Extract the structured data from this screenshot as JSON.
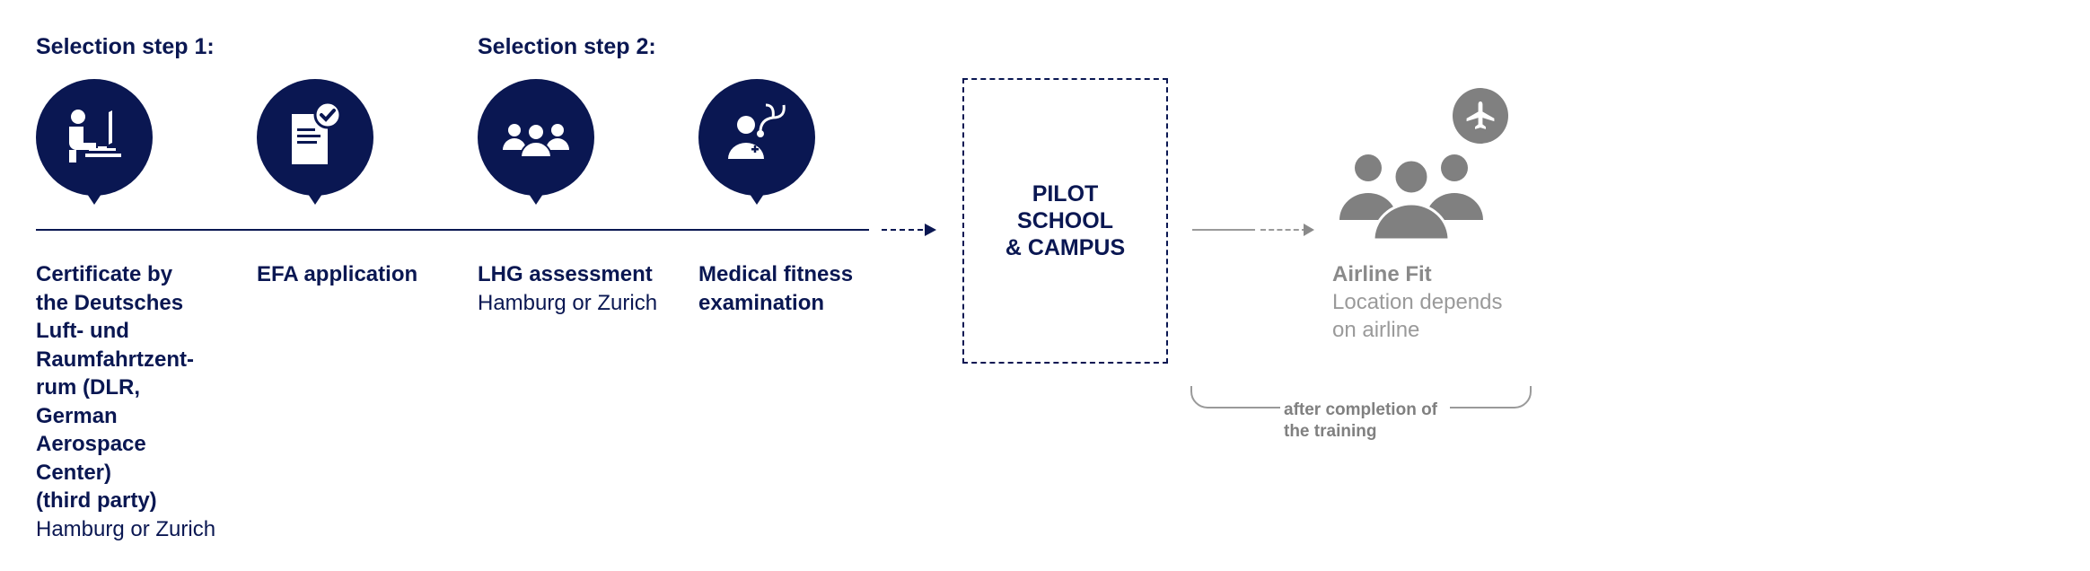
{
  "headers": {
    "step1": "Selection step 1:",
    "step2": "Selection step 2:"
  },
  "steps": [
    {
      "icon": "computer-workstation-icon",
      "title": "Certificate by\nthe Deutsches\nLuft- und\nRaumfahrtzent-\nrum (DLR,\nGerman\nAerospace\nCenter)\n(third party)",
      "subtitle": "Hamburg or Zurich"
    },
    {
      "icon": "document-check-icon",
      "title": "EFA application",
      "subtitle": ""
    },
    {
      "icon": "group-icon",
      "title": "LHG assessment",
      "subtitle": "Hamburg or Zurich"
    },
    {
      "icon": "doctor-stethoscope-icon",
      "title": "Medical fitness\nexamination",
      "subtitle": ""
    }
  ],
  "school": {
    "label": "PILOT\nSCHOOL\n& CAMPUS"
  },
  "airline": {
    "icon": "airplane-icon",
    "title": "Airline Fit",
    "subtitle": "Location depends\non airline"
  },
  "bracket": {
    "text": "after completion of\nthe training"
  },
  "colors": {
    "navy": "#0a1752",
    "grey": "#808080"
  }
}
